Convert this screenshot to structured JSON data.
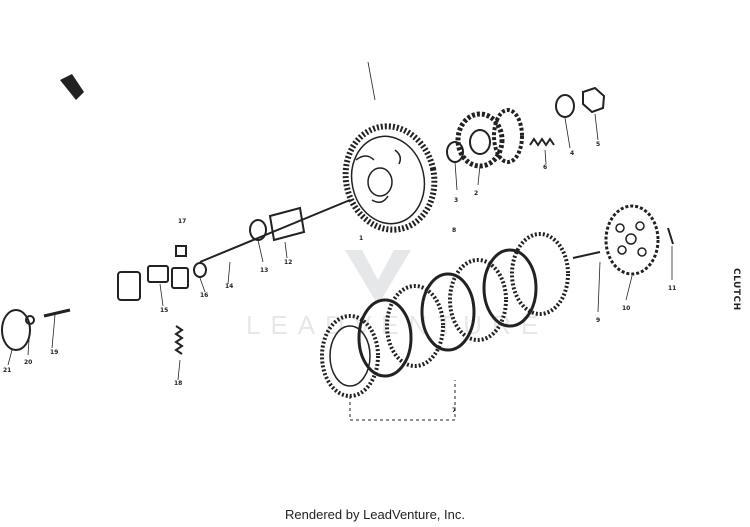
{
  "diagram": {
    "section_label": "CLUTCH",
    "callouts": [
      "1",
      "2",
      "3",
      "4",
      "5",
      "6",
      "7",
      "8",
      "9",
      "10",
      "11",
      "12",
      "13",
      "14",
      "15",
      "16",
      "17",
      "18",
      "19",
      "20",
      "21"
    ]
  },
  "watermark": {
    "logo": "leadventure-logo",
    "text": "LEADVENTURE"
  },
  "footer": {
    "text": "Rendered by LeadVenture, Inc."
  },
  "colors": {
    "ink": "#222222",
    "background": "#ffffff",
    "watermark": "#cfd3d6"
  }
}
